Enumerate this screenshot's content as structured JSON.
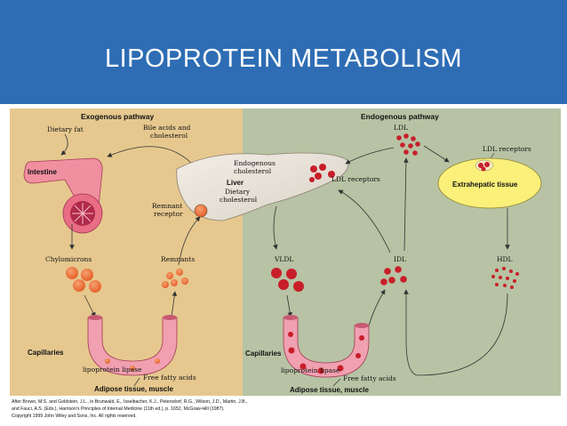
{
  "slide": {
    "title": "LIPOPROTEIN METABOLISM"
  },
  "diagram": {
    "exogenous": {
      "heading": "Exogenous pathway",
      "dietary_fat": "Dietary fat",
      "bile_acids": "Bile acids and",
      "bile_acids_2": "cholesterol",
      "intestine": "Intestine",
      "chylomicrons": "Chylomicrons",
      "remnants": "Remnants",
      "remnant_receptor_1": "Remnant",
      "remnant_receptor_2": "receptor",
      "capillaries": "Capillaries",
      "lipoprotein_lipase": "lipoprotein lipase",
      "free_fatty_acids": "Free fatty acids",
      "adipose": "Adipose tissue, muscle"
    },
    "liver": {
      "endogenous_chol_1": "Endogenous",
      "endogenous_chol_2": "cholesterol",
      "ldl_receptors": "LDL receptors",
      "liver_label": "Liver",
      "dietary_chol_1": "Dietary",
      "dietary_chol_2": "cholesterol"
    },
    "endogenous": {
      "heading": "Endogenous pathway",
      "ldl": "LDL",
      "ldl_receptors": "LDL receptors",
      "extrahepatic": "Extrahepatic tissue",
      "vldl": "VLDL",
      "idl": "IDL",
      "hdl": "HDL",
      "capillaries": "Capillaries",
      "lipoprotein_lipase": "lipoprotein lipase",
      "free_fatty_acids": "Free fatty acids",
      "adipose": "Adipose tissue, muscle"
    },
    "citation": {
      "line1": "After Brown, M.S. and Goldstein, J.L., in Brunwald, E., Isselbacher, K.J., Petersdorf, R.G., Wilson, J.D., Martin, J.B.,",
      "line2": "and Fauci, A.S. (Eds.), Harrison's Principles of Internal Medicine (11th ed.), p. 1652, McGraw-Hill (1987).",
      "line3": "Copyright 1999 John Wiley and Sons, Inc. All rights reserved."
    }
  },
  "colors": {
    "title_bar": "#2e6db4",
    "exogenous_bg": "#e6c88f",
    "endogenous_bg": "#b7c3a4",
    "orange_particle": "#e8703a",
    "red_particle": "#c81e2a",
    "intestine_pink": "#f08fa0",
    "extrahepatic_yellow": "#fbf07a"
  }
}
